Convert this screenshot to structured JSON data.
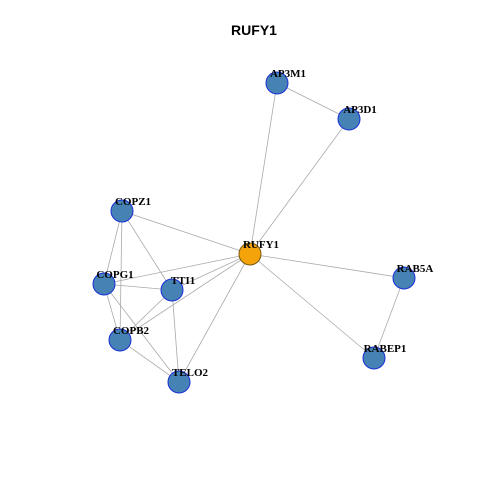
{
  "title": "RUFY1",
  "colors": {
    "center_fill": "#F5A30A",
    "center_stroke": "#7A5A10",
    "node_fill": "#4682B4",
    "node_stroke": "#1A2ED8",
    "edge": "#AAAAAA"
  },
  "nodes": [
    {
      "id": "RUFY1",
      "center": true
    },
    {
      "id": "AP3M1"
    },
    {
      "id": "AP3D1"
    },
    {
      "id": "COPZ1"
    },
    {
      "id": "COPG1"
    },
    {
      "id": "TTI1"
    },
    {
      "id": "COPB2"
    },
    {
      "id": "TELO2"
    },
    {
      "id": "RAB5A"
    },
    {
      "id": "RABEP1"
    }
  ],
  "edges": [
    [
      "AP3M1",
      "AP3D1"
    ],
    [
      "AP3M1",
      "RUFY1"
    ],
    [
      "AP3D1",
      "RUFY1"
    ],
    [
      "COPZ1",
      "RUFY1"
    ],
    [
      "COPG1",
      "RUFY1"
    ],
    [
      "TTI1",
      "RUFY1"
    ],
    [
      "COPB2",
      "RUFY1"
    ],
    [
      "TELO2",
      "RUFY1"
    ],
    [
      "RAB5A",
      "RUFY1"
    ],
    [
      "RABEP1",
      "RUFY1"
    ],
    [
      "RAB5A",
      "RABEP1"
    ],
    [
      "COPZ1",
      "COPG1"
    ],
    [
      "COPZ1",
      "TTI1"
    ],
    [
      "COPZ1",
      "COPB2"
    ],
    [
      "COPG1",
      "TTI1"
    ],
    [
      "COPG1",
      "COPB2"
    ],
    [
      "COPG1",
      "TELO2"
    ],
    [
      "TTI1",
      "COPB2"
    ],
    [
      "TTI1",
      "TELO2"
    ],
    [
      "COPB2",
      "TELO2"
    ]
  ]
}
